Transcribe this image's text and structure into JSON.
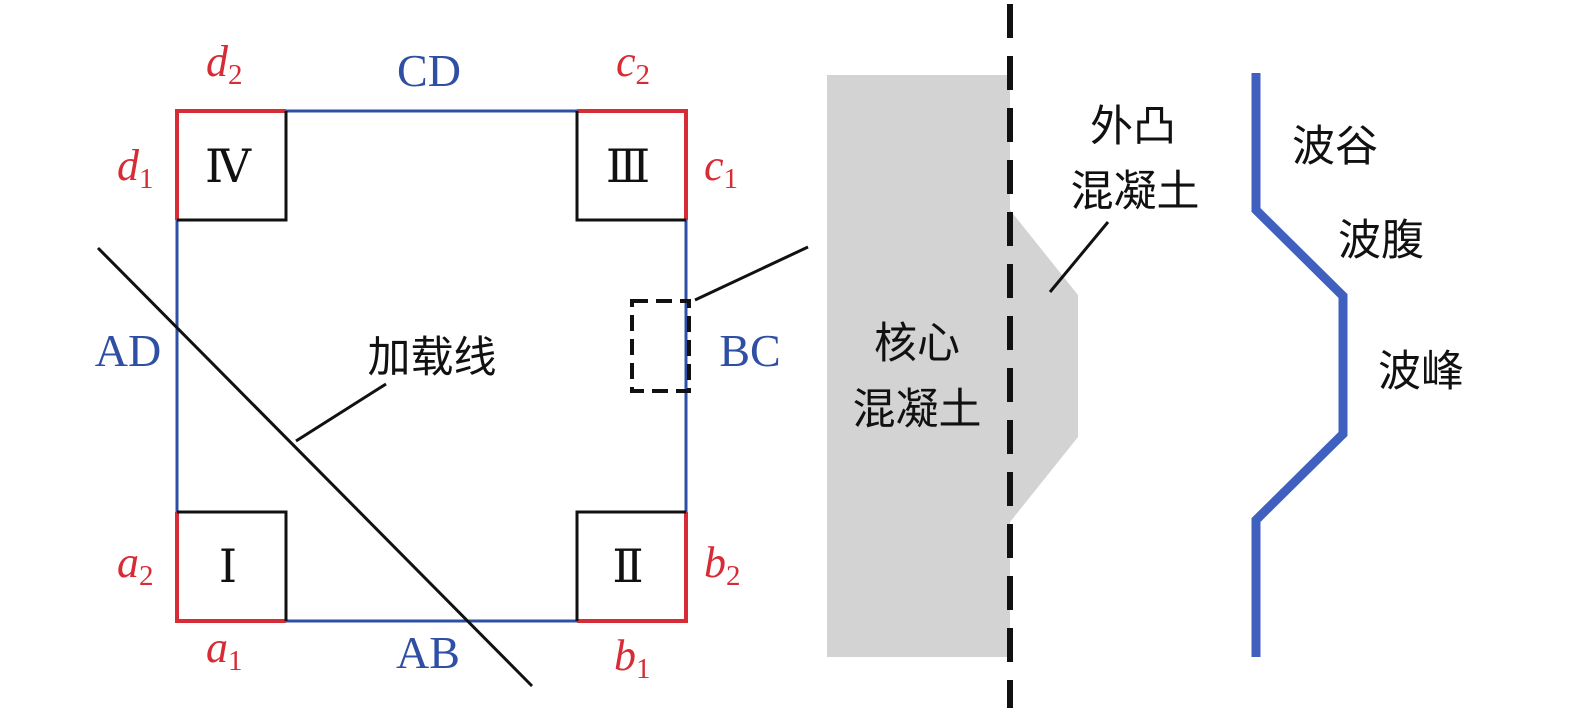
{
  "colors": {
    "corner_red": "#d72b35",
    "side_blue": "#2e4fa4",
    "ink": "#111111",
    "concrete_gray": "#d3d3d3"
  },
  "section": {
    "sides": {
      "top": "CD",
      "bottom": "AB",
      "left": "AD",
      "right": "BC"
    },
    "corners": {
      "d2": {
        "letter": "d",
        "sub": "2"
      },
      "c2": {
        "letter": "c",
        "sub": "2"
      },
      "d1": {
        "letter": "d",
        "sub": "1"
      },
      "c1": {
        "letter": "c",
        "sub": "1"
      },
      "a2": {
        "letter": "a",
        "sub": "2"
      },
      "b2": {
        "letter": "b",
        "sub": "2"
      },
      "a1": {
        "letter": "a",
        "sub": "1"
      },
      "b1": {
        "letter": "b",
        "sub": "1"
      }
    },
    "zones": {
      "top_left": "Ⅳ",
      "top_right": "Ⅲ",
      "bottom_left": "Ⅰ",
      "bottom_right": "Ⅱ"
    },
    "loading_line": "加载线"
  },
  "detail": {
    "core_line1": "核心",
    "core_line2": "混凝土",
    "bulge_line1": "外凸",
    "bulge_line2": "混凝土"
  },
  "wave": {
    "trough": "波谷",
    "belly": "波腹",
    "crest": "波峰"
  }
}
